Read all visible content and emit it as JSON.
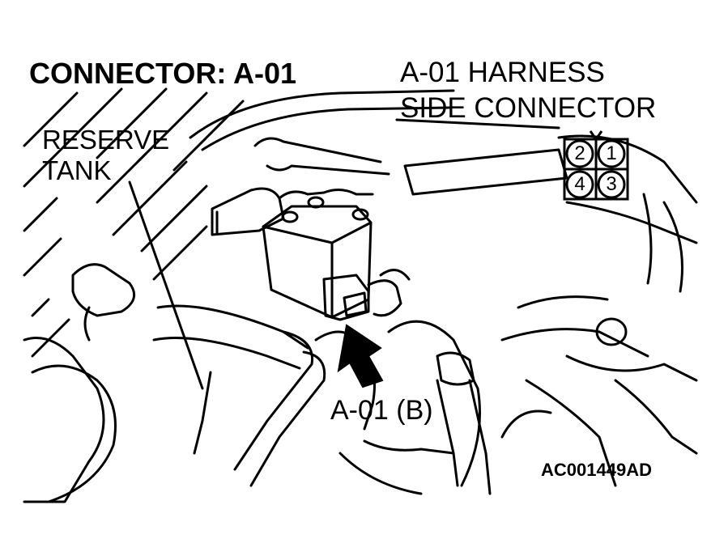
{
  "title": "CONNECTOR: A-01",
  "harness_label": {
    "line1": "A-01 HARNESS",
    "line2": "SIDE CONNECTOR"
  },
  "reserve_tank_label": {
    "line1": "RESERVE",
    "line2": "TANK"
  },
  "connector_callout": "A-01 (B)",
  "figure_id": "AC001449AD",
  "connector_pins": {
    "top_left": "2",
    "top_right": "1",
    "bottom_left": "4",
    "bottom_right": "3"
  }
}
